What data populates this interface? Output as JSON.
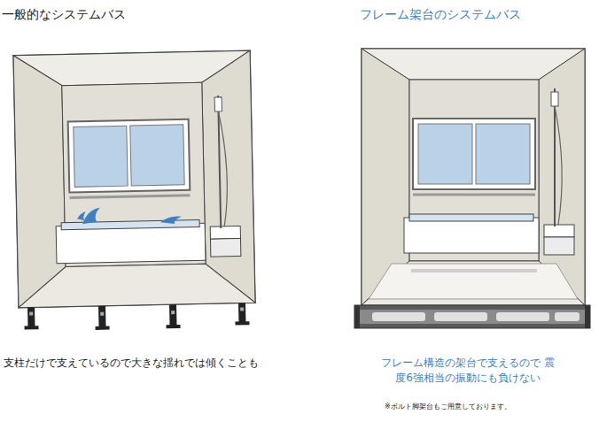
{
  "diagram": {
    "labels": [
      "一般的なシステムバス",
      "フレーム架台のシステムバス",
      "支柱だけで支えているので大きな揺れでは傾くことも",
      "フレーム構造の架台で支えるので 震度6強相当の振動にも負けない",
      "※ボルト脚架台もご用意しております。"
    ]
  }
}
